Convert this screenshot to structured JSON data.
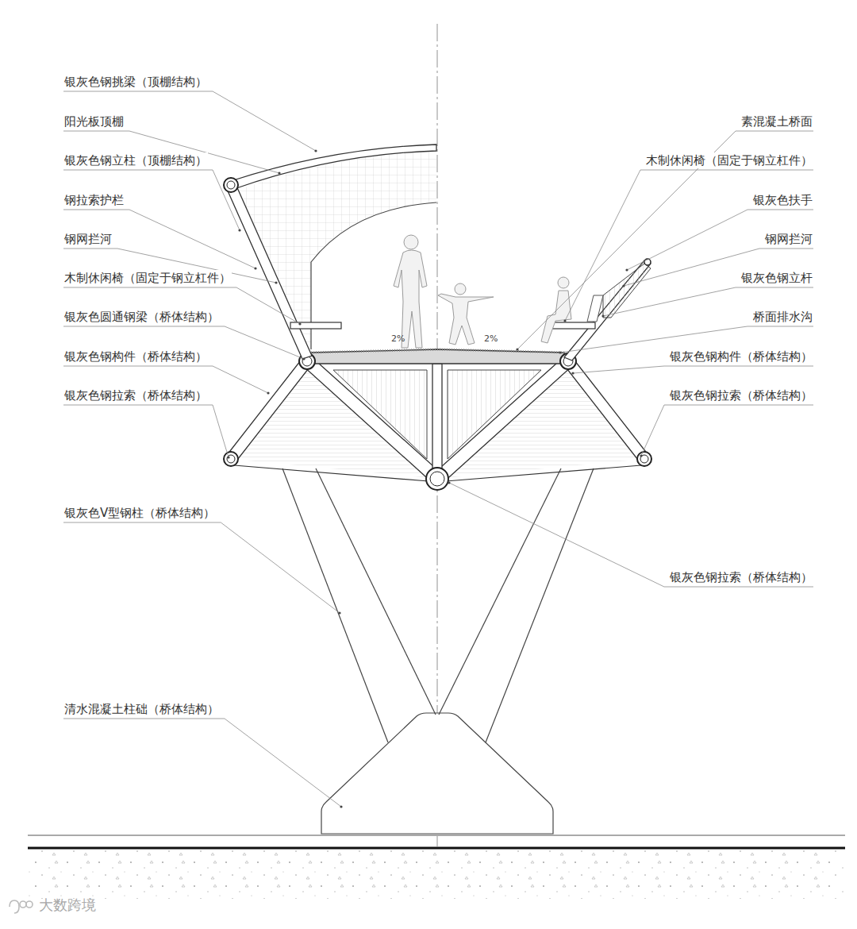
{
  "diagram": {
    "labels": [
      "银灰色钢挑梁（顶棚结构）",
      "阳光板顶棚",
      "银灰色钢立柱（顶棚结构）",
      "钢拉索护栏",
      "钢网拦河",
      "木制休闲椅（固定于钢立杠件）",
      "银灰色圆通钢梁（桥体结构）",
      "银灰色钢构件（桥体结构）",
      "银灰色钢拉索（桥体结构）",
      "银灰色V型钢柱（桥体结构）",
      "清水混凝土柱础（桥体结构）",
      "素混凝土桥面",
      "木制休闲椅（固定于钢立杠件）",
      "银灰色扶手",
      "钢网拦河",
      "银灰色钢立杆",
      "桥面排水沟",
      "银灰色钢构件（桥体结构）",
      "银灰色钢拉索（桥体结构）",
      "银灰色钢拉索（桥体结构）",
      "2%",
      "2%",
      "大数跨境"
    ]
  }
}
